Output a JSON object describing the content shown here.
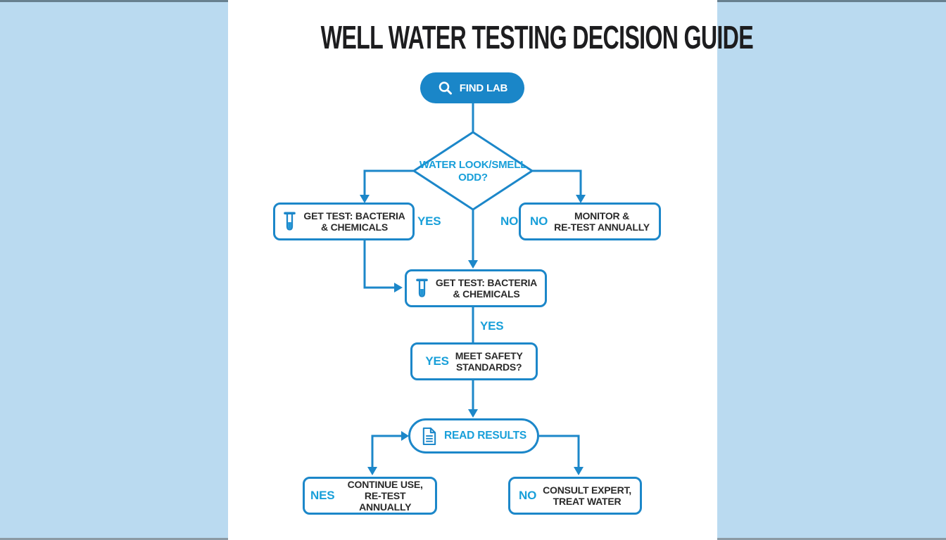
{
  "title": "WELL WATER TESTING DECISION GUIDE",
  "colors": {
    "background": "#badaf0",
    "card": "#ffffff",
    "line_blue": "#1c87c9",
    "label_blue": "#189fd9",
    "button_blue": "#1a86c8",
    "text_dark": "#2a2a2a"
  },
  "flowchart": {
    "start": {
      "label": "FIND LAB",
      "icon": "magnifier-icon"
    },
    "decision": {
      "label": "WATER LOOK/SMELL\nODD?"
    },
    "branch_labels": {
      "yes_left": "YES",
      "no_right_outer": "NO",
      "yes_mid": "YES"
    },
    "boxes": {
      "get_test_left": {
        "icon": "test-tube-icon",
        "label": "GET TEST: BACTERIA\n& CHEMICALS"
      },
      "monitor": {
        "tag": "NO",
        "label": "MONITOR &\nRE-TEST ANNUALLY"
      },
      "get_test_mid": {
        "icon": "test-tube-icon",
        "label": "GET TEST: BACTERIA\n& CHEMICALS"
      },
      "meet_safety": {
        "tag": "YES",
        "label": "MEET SAFETY\nSTANDARDS?"
      },
      "read_results": {
        "icon": "document-icon",
        "label": "READ RESULTS"
      },
      "continue_use": {
        "tag": "NES",
        "label": "CONTINUE USE,\nRE-TEST ANNUALLY"
      },
      "consult_expert": {
        "tag": "NO",
        "label": "CONSULT EXPERT,\nTREAT WATER"
      }
    }
  }
}
